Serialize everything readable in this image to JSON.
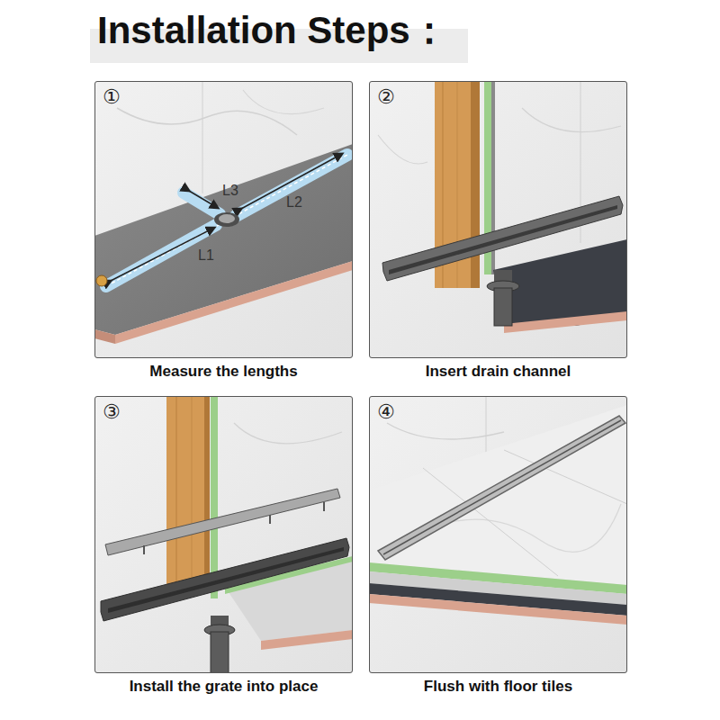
{
  "diagram": {
    "title": "Installation Steps：",
    "nodes": [
      {
        "text": [
          "①",
          "Measure the lengths"
        ]
      },
      {
        "text": [
          "②",
          "Insert drain channel"
        ]
      },
      {
        "text": [
          "③",
          "Install the grate into place"
        ]
      },
      {
        "text": [
          "④",
          "Flush with floor tiles"
        ]
      }
    ],
    "labels": [
      "L3",
      "L2",
      "L1"
    ]
  }
}
